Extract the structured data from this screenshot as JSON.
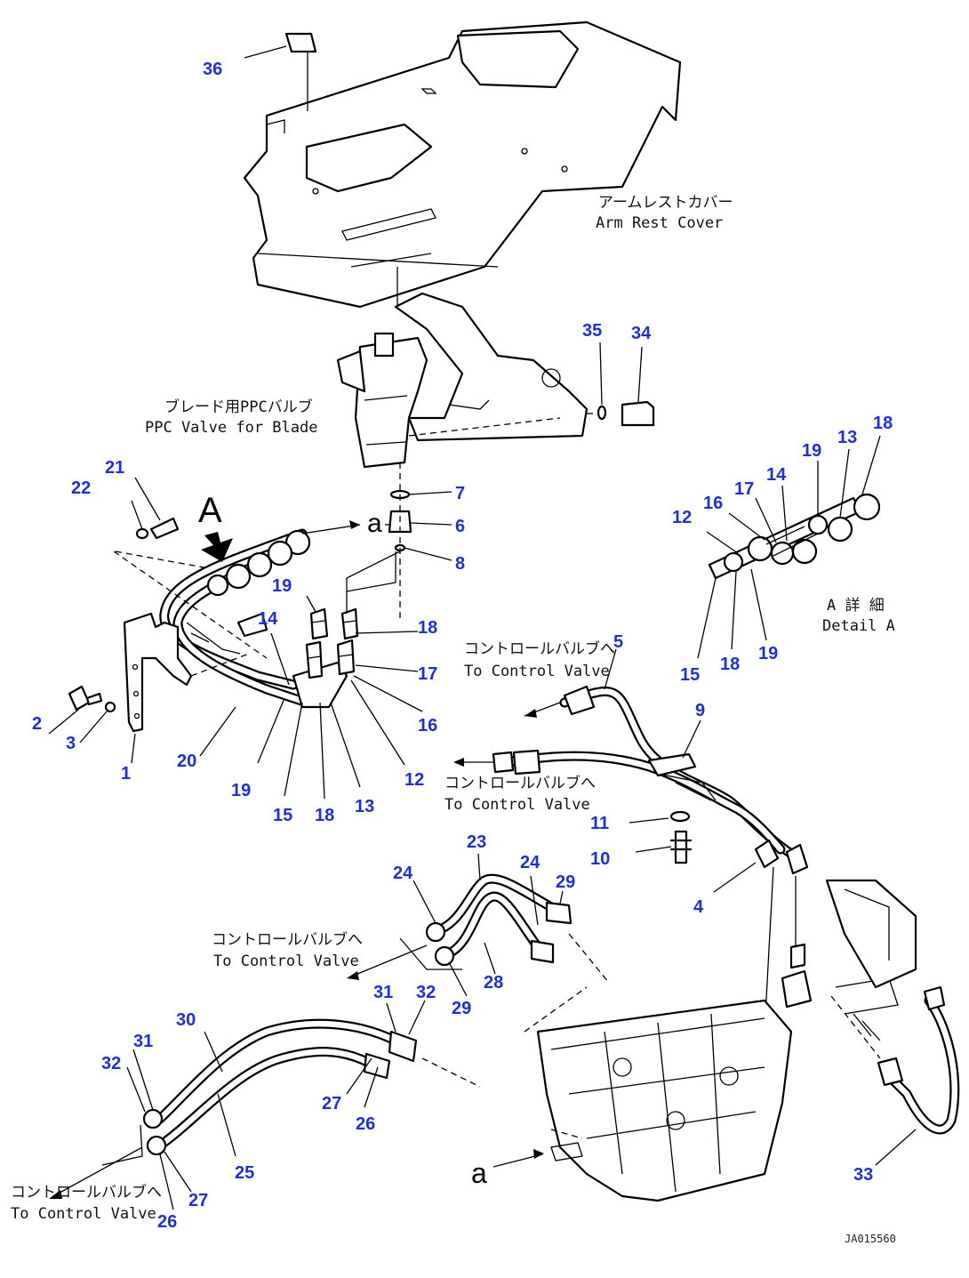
{
  "colors": {
    "callout": "#1f2fd8",
    "line": "#000000",
    "background": "#ffffff"
  },
  "captions": {
    "arm_rest_cover_jp": "アームレストカバー",
    "arm_rest_cover_en": "Arm Rest Cover",
    "ppc_valve_jp": "ブレード用PPCバルブ",
    "ppc_valve_en": "PPC Valve for Blade",
    "detail_a_jp": "A 詳 細",
    "detail_a_en": "Detail A",
    "control_valve_jp": "コントロールバルブへ",
    "control_valve_en": "To Control Valve"
  },
  "view_letters": {
    "view_a": "A",
    "conn_a": "a"
  },
  "figure_id": "JA015560",
  "callouts": {
    "c36": "36",
    "c35": "35",
    "c34": "34",
    "c21": "21",
    "c22": "22",
    "c7": "7",
    "c6": "6",
    "c8": "8",
    "c19a": "19",
    "c18a": "18",
    "c14a": "14",
    "c17a": "17",
    "c16a": "16",
    "c12a": "12",
    "c2": "2",
    "c3": "3",
    "c1": "1",
    "c20": "20",
    "c19b": "19",
    "c15a": "15",
    "c18b": "18",
    "c13a": "13",
    "c12b": "12",
    "c16b": "16",
    "c17b": "17",
    "c14b": "14",
    "c19c": "19",
    "c13b": "13",
    "c18c": "18",
    "c15b": "15",
    "c18d": "18",
    "c19d": "19",
    "c5": "5",
    "c9": "9",
    "c11": "11",
    "c10": "10",
    "c4": "4",
    "c23": "23",
    "c24a": "24",
    "c24b": "24",
    "c29a": "29",
    "c29b": "29",
    "c28": "28",
    "c30": "30",
    "c31a": "31",
    "c32a": "32",
    "c31b": "31",
    "c32b": "32",
    "c27a": "27",
    "c26a": "26",
    "c25": "25",
    "c27b": "27",
    "c26b": "26",
    "c33": "33"
  }
}
